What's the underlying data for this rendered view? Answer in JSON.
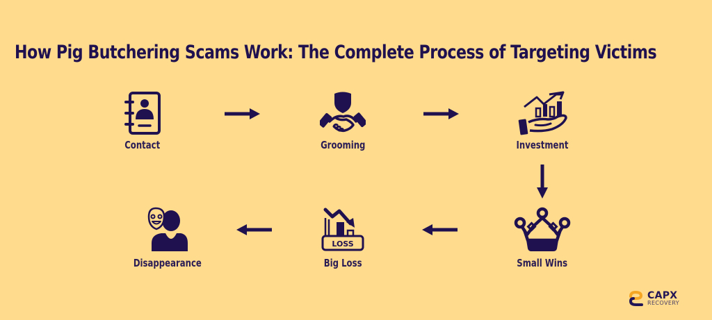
{
  "title": "How Pig Butchering Scams Work: The Complete Process of Targeting Victims",
  "colors": {
    "background": "#fedb8d",
    "primary": "#1f1150",
    "logo_accent": "#f5a623"
  },
  "steps": [
    {
      "label": "Contact",
      "icon": "contact-book-icon"
    },
    {
      "label": "Grooming",
      "icon": "handshake-shield-icon"
    },
    {
      "label": "Investment",
      "icon": "hand-growth-chart-icon"
    },
    {
      "label": "Small Wins",
      "icon": "crown-icon"
    },
    {
      "label": "Big Loss",
      "icon": "loss-chart-icon"
    },
    {
      "label": "Disappearance",
      "icon": "person-mask-icon"
    }
  ],
  "arrows": [
    {
      "from": "Contact",
      "to": "Grooming",
      "direction": "right"
    },
    {
      "from": "Grooming",
      "to": "Investment",
      "direction": "right"
    },
    {
      "from": "Investment",
      "to": "Small Wins",
      "direction": "down"
    },
    {
      "from": "Small Wins",
      "to": "Big Loss",
      "direction": "left"
    },
    {
      "from": "Big Loss",
      "to": "Disappearance",
      "direction": "left"
    }
  ],
  "logo": {
    "brand": "CAPX",
    "sub": "RECOVERY"
  }
}
